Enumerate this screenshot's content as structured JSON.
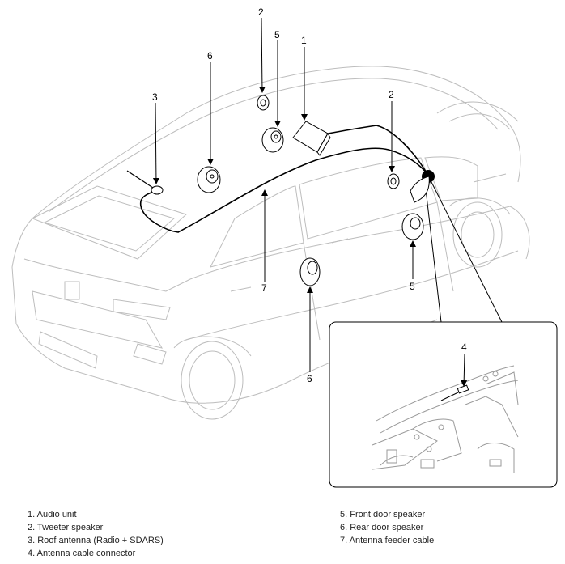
{
  "callouts": {
    "audio_unit": "1",
    "tweeter_front": "2",
    "tweeter_rear": "2",
    "roof_antenna": "3",
    "connector": "4",
    "front_speaker_top": "5",
    "front_speaker_right": "5",
    "rear_speaker_top": "6",
    "rear_speaker_bottom": "6",
    "feeder_cable": "7"
  },
  "legend": {
    "left": [
      "1. Audio unit",
      "2. Tweeter speaker",
      "3. Roof antenna (Radio + SDARS)",
      "4. Antenna cable connector"
    ],
    "right": [
      "5. Front door speaker",
      "6. Rear door speaker",
      "7. Antenna feeder cable"
    ]
  }
}
